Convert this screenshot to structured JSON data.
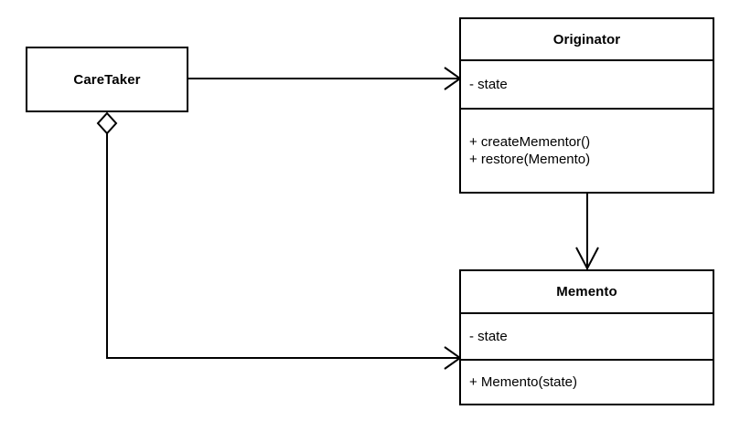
{
  "diagram": {
    "kind": "uml-class-diagram",
    "pattern_name": "Memento",
    "background_color": "#ffffff",
    "stroke_color": "#000000",
    "text_color": "#000000"
  },
  "classes": {
    "caretaker": {
      "name": "CareTaker",
      "compartments": {
        "attributes": [],
        "methods": []
      }
    },
    "originator": {
      "name": "Originator",
      "compartments": {
        "attributes": [
          "- state"
        ],
        "methods": [
          "+ createMementor()",
          "+ restore(Memento)"
        ]
      }
    },
    "memento": {
      "name": "Memento",
      "compartments": {
        "attributes": [
          "- state"
        ],
        "methods": [
          "+ Memento(state)"
        ]
      }
    }
  },
  "relationships": [
    {
      "id": "caretaker-to-originator",
      "type": "association",
      "arrow": "open-arrow",
      "source": "CareTaker",
      "target": "Originator",
      "label": ""
    },
    {
      "id": "caretaker-to-memento",
      "type": "aggregation",
      "arrow": "open-arrow",
      "source_decoration": "hollow-diamond",
      "source": "CareTaker",
      "target": "Memento",
      "label": ""
    },
    {
      "id": "originator-to-memento",
      "type": "dependency",
      "arrow": "open-arrow",
      "source": "Originator",
      "target": "Memento",
      "label": ""
    }
  ]
}
